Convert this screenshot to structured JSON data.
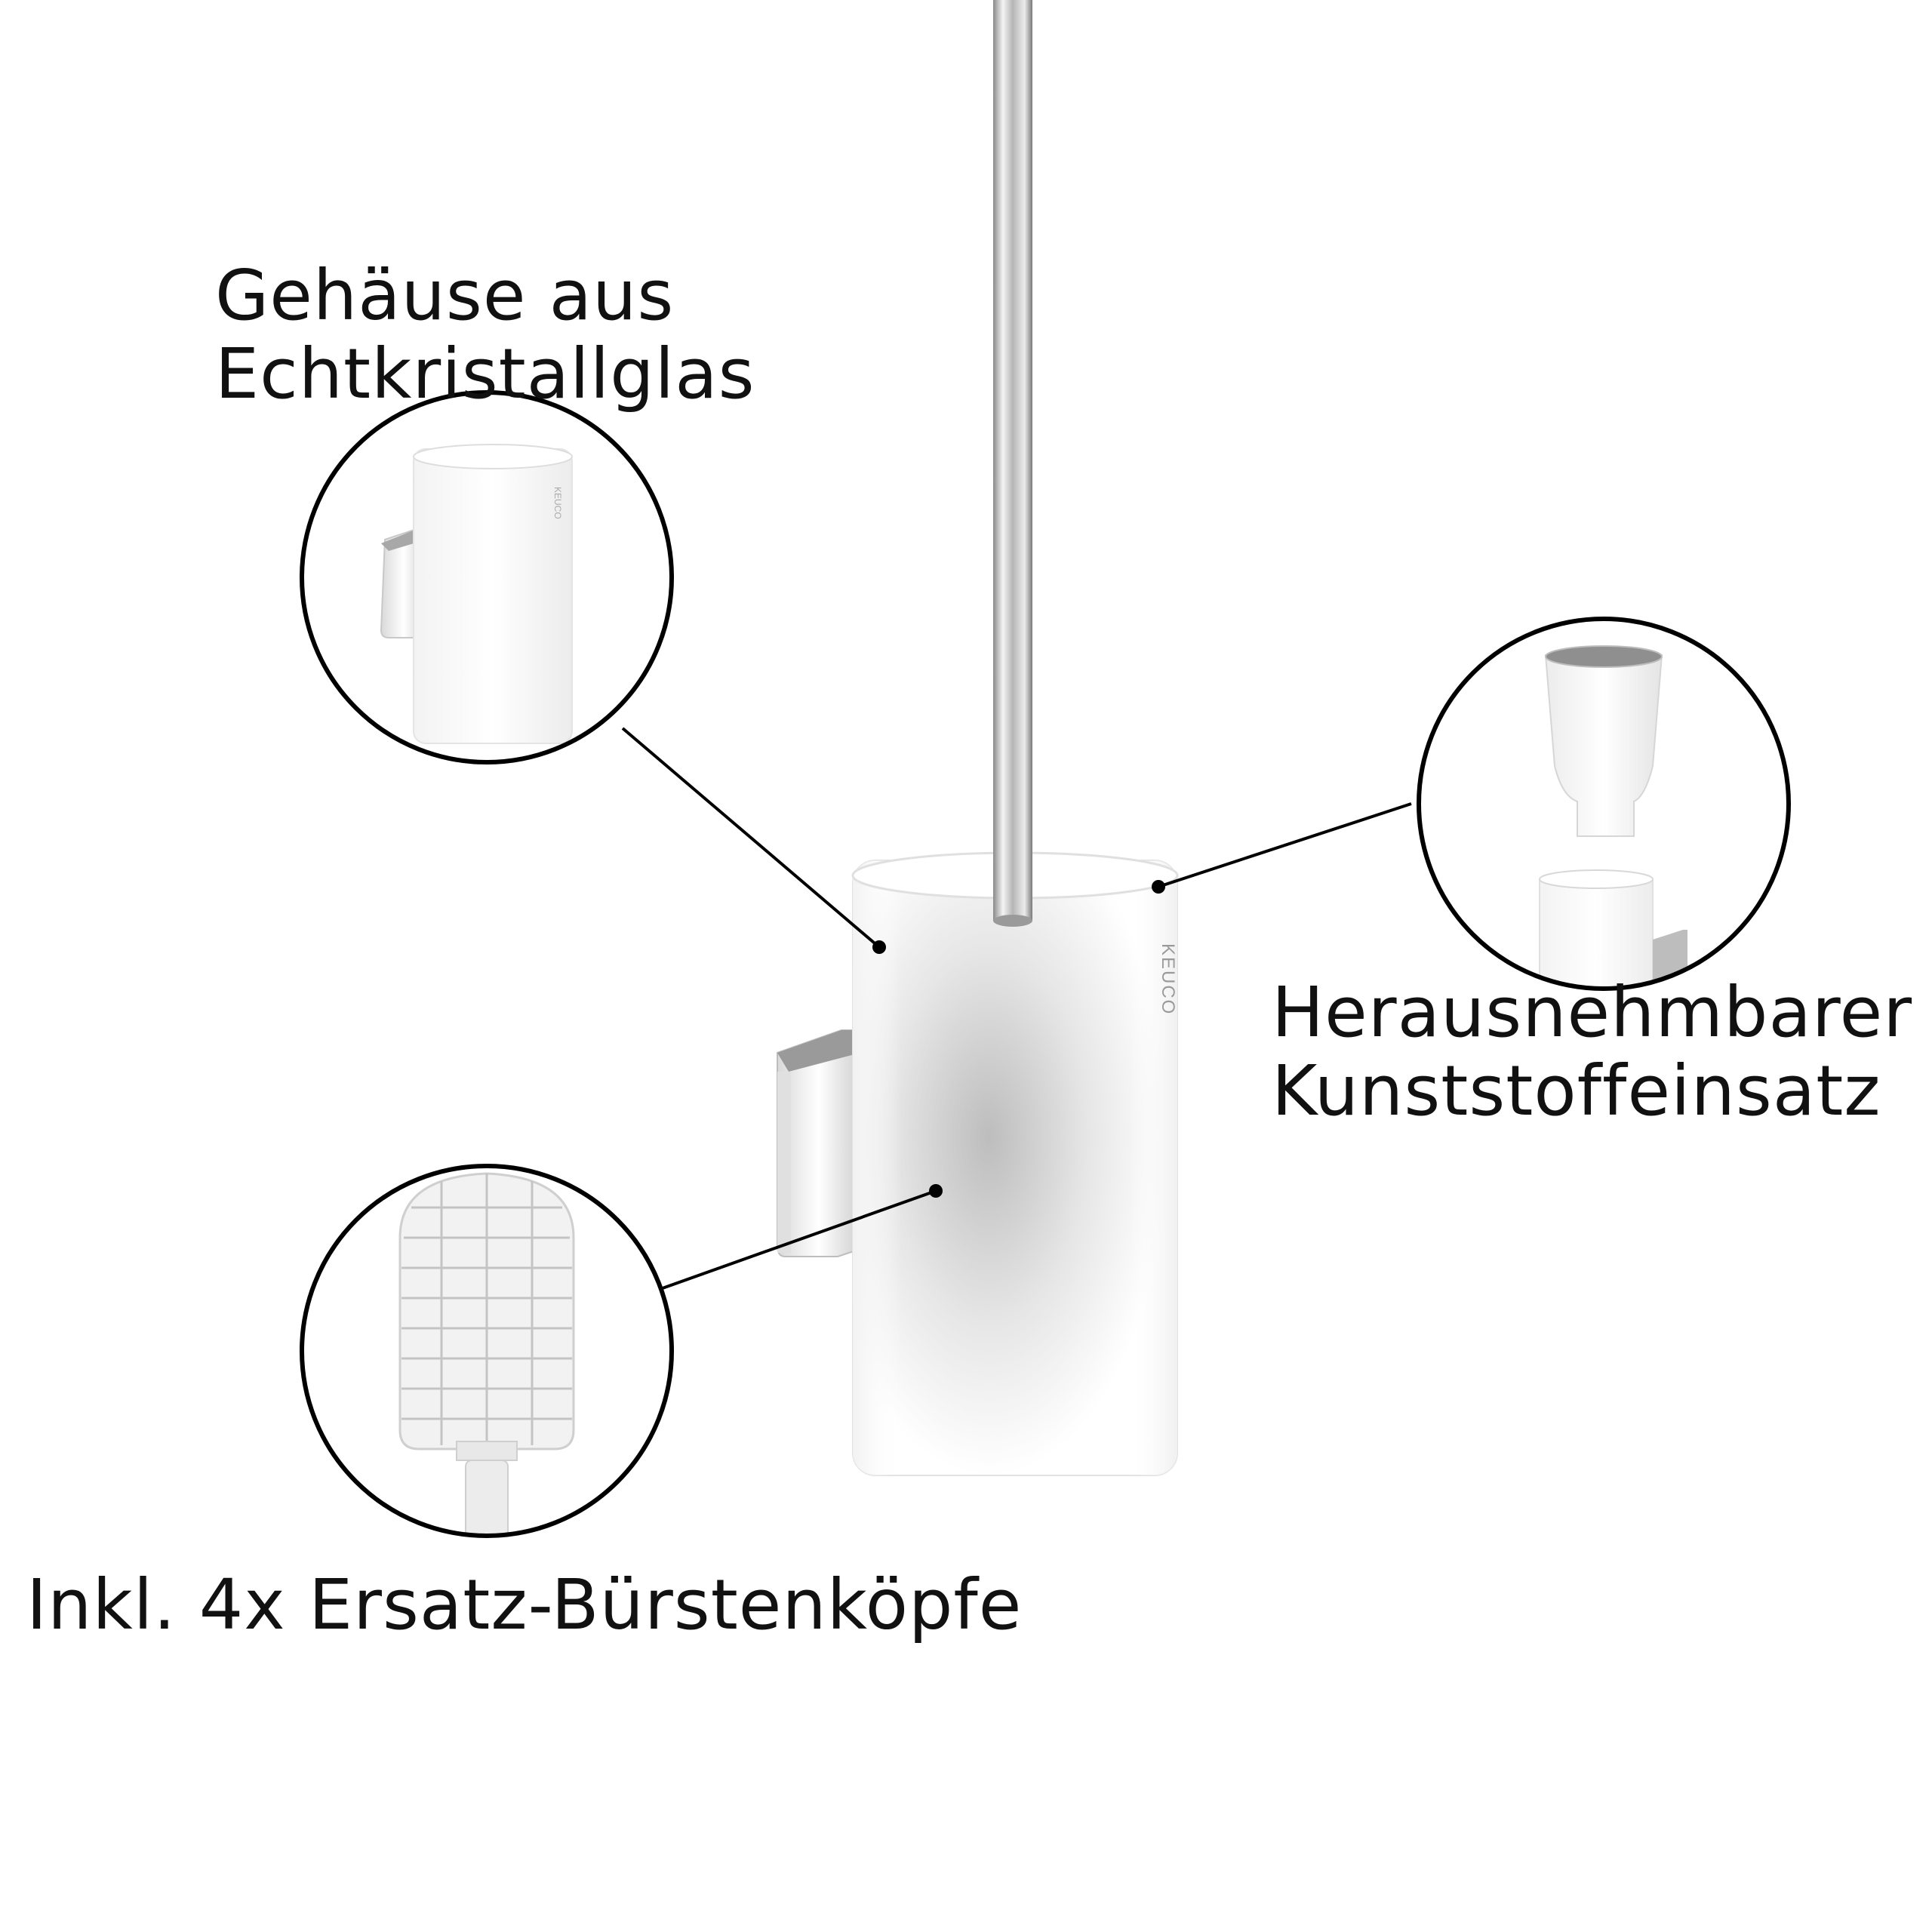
{
  "brand": "KEUCO",
  "callouts": {
    "housing": {
      "line1": "Gehäuse aus",
      "line2": "Echtkristallglas"
    },
    "insert": {
      "line1": "Herausnehmbarer",
      "line2": "Kunststoffeinsatz"
    },
    "brushes": {
      "line1": "Inkl. 4x Ersatz-Bürstenköpfe"
    }
  },
  "colors": {
    "text": "#111111",
    "outline": "#000000",
    "glass": "#ffffff",
    "chrome": "#c8c8c8"
  }
}
